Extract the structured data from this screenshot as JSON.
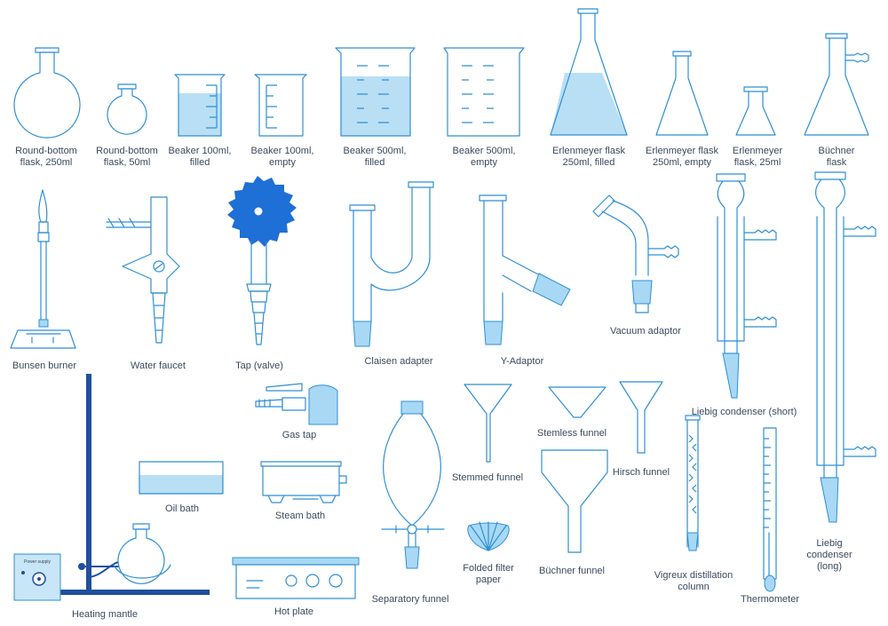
{
  "colors": {
    "outline": "#2f8fd4",
    "liquid": "#b9dff5",
    "stand": "#1f4f9e",
    "label": "#3a4a5c"
  },
  "labels": {
    "round_bottom_250": "Round-bottom\nflask, 250ml",
    "round_bottom_50": "Round-bottom\nflask, 50ml",
    "beaker_100_filled": "Beaker 100ml,\nfilled",
    "beaker_100_empty": "Beaker 100ml,\nempty",
    "beaker_500_filled": "Beaker 500ml,\nfilled",
    "beaker_500_empty": "Beaker 500ml,\nempty",
    "erlenmeyer_250_filled": "Erlenmeyer flask\n250ml, filled",
    "erlenmeyer_250_empty": "Erlenmeyer flask\n250ml, empty",
    "erlenmeyer_25": "Erlenmeyer\nflask, 25ml",
    "buchner_flask": "Büchner flask",
    "bunsen_burner": "Bunsen burner",
    "water_faucet": "Water faucet",
    "tap_valve": "Tap (valve)",
    "claisen_adapter": "Claisen adapter",
    "y_adaptor": "Y-Adaptor",
    "vacuum_adaptor": "Vacuum adaptor",
    "liebig_short": "Liebig condenser (short)",
    "liebig_long": "Liebig condenser\n(long)",
    "gas_tap": "Gas tap",
    "oil_bath": "Oil bath",
    "steam_bath": "Steam bath",
    "hot_plate": "Hot plate",
    "heating_mantle": "Heating mantle",
    "separatory_funnel": "Separatory funnel",
    "stemmed_funnel": "Stemmed funnel",
    "folded_filter_paper": "Folded filter\npaper",
    "stemless_funnel": "Stemless funnel",
    "buchner_funnel": "Büchner funnel",
    "hirsch_funnel": "Hirsch funnel",
    "vigreux_column": "Vigreux distillation\ncolumn",
    "thermometer": "Thermometer",
    "mantle_badge": "Power supply"
  }
}
